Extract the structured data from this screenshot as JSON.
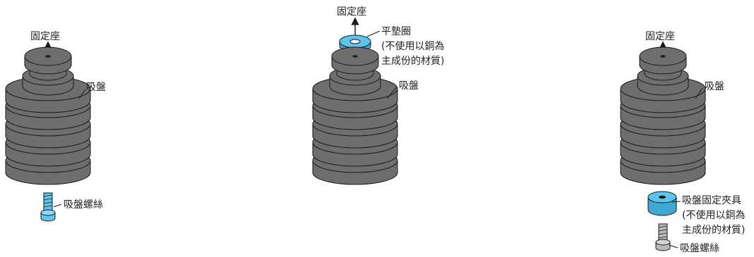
{
  "colors": {
    "body": "#6e6e6e",
    "outline": "#1a1a1a",
    "accent": "#5ec4ec",
    "screw_gray": "#b9b9b9"
  },
  "left": {
    "mount_label": "固定座",
    "cup_label": "吸盤",
    "screw_label": "吸盤螺絲"
  },
  "middle": {
    "mount_label": "固定座",
    "washer_label": [
      "平墊圈",
      "(不使用以銅為",
      "主成份的材質)"
    ],
    "cup_label": "吸盤"
  },
  "right": {
    "mount_label": "固定座",
    "cup_label": "吸盤",
    "clamp_label": [
      "吸盤固定夾具",
      "(不使用以銅為",
      "主成份的材質)"
    ],
    "screw_label": "吸盤螺絲"
  },
  "icons": [
    "suction-cup-icon",
    "screw-icon",
    "flat-washer-icon",
    "clamp-icon",
    "arrow-up-icon"
  ]
}
